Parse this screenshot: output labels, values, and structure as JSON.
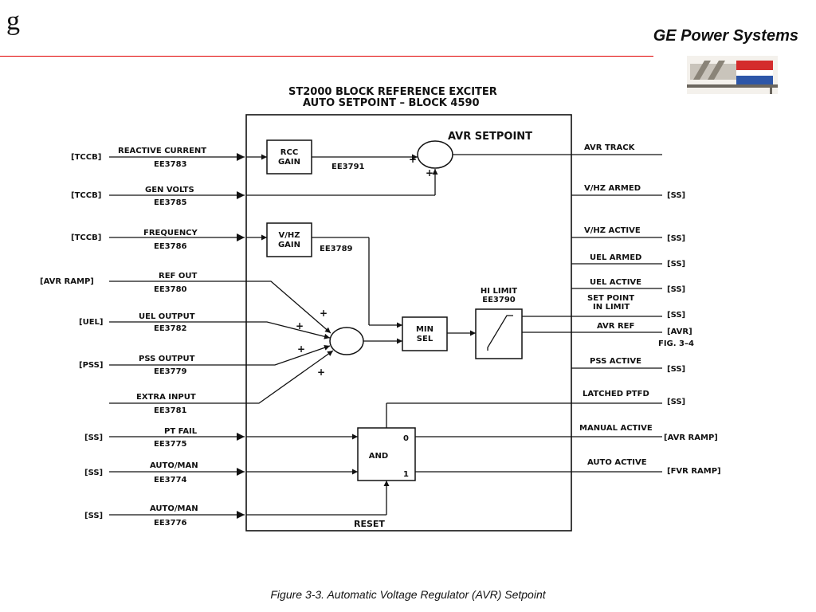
{
  "header": {
    "logo": "g",
    "brand": "GE  Power Systems",
    "image_icon": "turbine-illustration-icon"
  },
  "diagram": {
    "title1": "ST2000 BLOCK REFERENCE EXCITER",
    "title2": "AUTO SETPOINT – BLOCK 4590",
    "block_title": "AVR SETPOINT",
    "rcc": [
      "RCC",
      "GAIN"
    ],
    "ee3791": "EE3791",
    "vhz_gain": [
      "V/HZ",
      "GAIN"
    ],
    "ee3789": "EE3789",
    "min_sel": [
      "MIN",
      "SEL"
    ],
    "hi_limit": [
      "HI LIMIT",
      "EE3790"
    ],
    "and_label": "AND",
    "and_in0": "0",
    "and_in1": "1",
    "reset": "RESET",
    "plus": "+",
    "inputs": [
      {
        "src": "[TCCB]",
        "name": "REACTIVE  CURRENT",
        "code": "EE3783"
      },
      {
        "src": "[TCCB]",
        "name": "GEN  VOLTS",
        "code": "EE3785"
      },
      {
        "src": "[TCCB]",
        "name": "FREQUENCY",
        "code": "EE3786"
      },
      {
        "src": "[AVR RAMP]",
        "name": "REF  OUT",
        "code": "EE3780"
      },
      {
        "src": "[UEL]",
        "name": "UEL  OUTPUT",
        "code": "EE3782"
      },
      {
        "src": "[PSS]",
        "name": "PSS  OUTPUT",
        "code": "EE3779"
      },
      {
        "src": "",
        "name": "EXTRA  INPUT",
        "code": "EE3781"
      },
      {
        "src": "[SS]",
        "name": "PT  FAIL",
        "code": "EE3775"
      },
      {
        "src": "[SS]",
        "name": "AUTO/MAN",
        "code": "EE3774"
      },
      {
        "src": "[SS]",
        "name": "AUTO/MAN",
        "code": "EE3776"
      }
    ],
    "outputs": [
      {
        "name": "AVR  TRACK",
        "dest": ""
      },
      {
        "name": "V/HZ  ARMED",
        "dest": "[SS]"
      },
      {
        "name": "V/HZ  ACTIVE",
        "dest": "[SS]"
      },
      {
        "name": "UEL  ARMED",
        "dest": "[SS]"
      },
      {
        "name": "UEL  ACTIVE",
        "dest": "[SS]"
      },
      {
        "name": "SET  POINT",
        "name2": "IN  LIMIT",
        "dest": "[SS]"
      },
      {
        "name": "AVR  REF",
        "dest": "[AVR]",
        "dest2": "FIG.  3–4"
      },
      {
        "name": "PSS  ACTIVE",
        "dest": "[SS]"
      },
      {
        "name": "LATCHED  PTFD",
        "dest": "[SS]"
      },
      {
        "name": "MANUAL  ACTIVE",
        "dest": "[AVR  RAMP]"
      },
      {
        "name": "AUTO  ACTIVE",
        "dest": "[FVR  RAMP]"
      }
    ]
  },
  "caption": "Figure 3-3.  Automatic Voltage Regulator (AVR) Setpoint"
}
